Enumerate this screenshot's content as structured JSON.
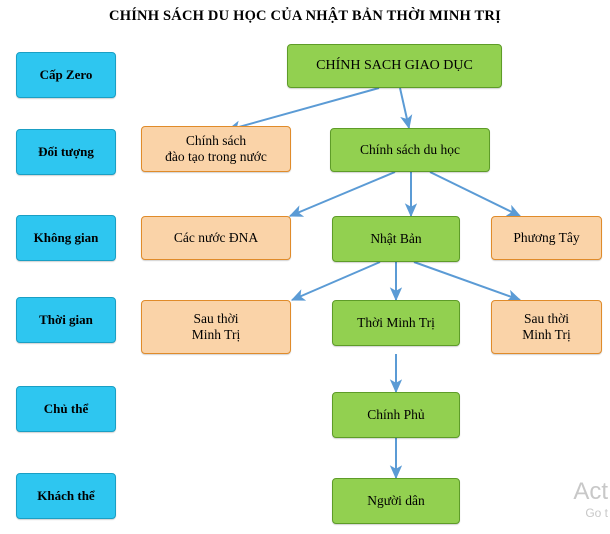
{
  "title": "CHÍNH SÁCH DU HỌC CỦA NHẬT BẢN THỜI MINH TRỊ",
  "colors": {
    "blue": "#2ec6f0",
    "green": "#92d050",
    "orange": "#fad3a8",
    "arrow": "#5b9bd5"
  },
  "categories": [
    {
      "label": "Cấp Zero"
    },
    {
      "label": "Đối tượng"
    },
    {
      "label": "Không gian"
    },
    {
      "label": "Thời gian"
    },
    {
      "label": "Chủ thể"
    },
    {
      "label": "Khách thể"
    }
  ],
  "nodes": [
    {
      "id": "n1",
      "label": "CHÍNH SACH GIAO DỤC",
      "color": "green"
    },
    {
      "id": "n2",
      "label": "Chính sách\nđào tạo trong nước",
      "color": "orange"
    },
    {
      "id": "n3",
      "label": "Chính sách du học",
      "color": "green"
    },
    {
      "id": "n4",
      "label": "Các nước ĐNA",
      "color": "orange"
    },
    {
      "id": "n5",
      "label": "Nhật Bản",
      "color": "green"
    },
    {
      "id": "n6",
      "label": "Phương Tây",
      "color": "orange"
    },
    {
      "id": "n7",
      "label": "Sau thời\nMinh Trị",
      "color": "orange"
    },
    {
      "id": "n8",
      "label": "Thời Minh Trị",
      "color": "green"
    },
    {
      "id": "n9",
      "label": "Sau thời\nMinh Trị",
      "color": "orange"
    },
    {
      "id": "n10",
      "label": "Chính Phủ",
      "color": "green"
    },
    {
      "id": "n11",
      "label": "Người dân",
      "color": "green"
    }
  ],
  "watermark": {
    "line1": "Act",
    "line2": "Go t"
  }
}
